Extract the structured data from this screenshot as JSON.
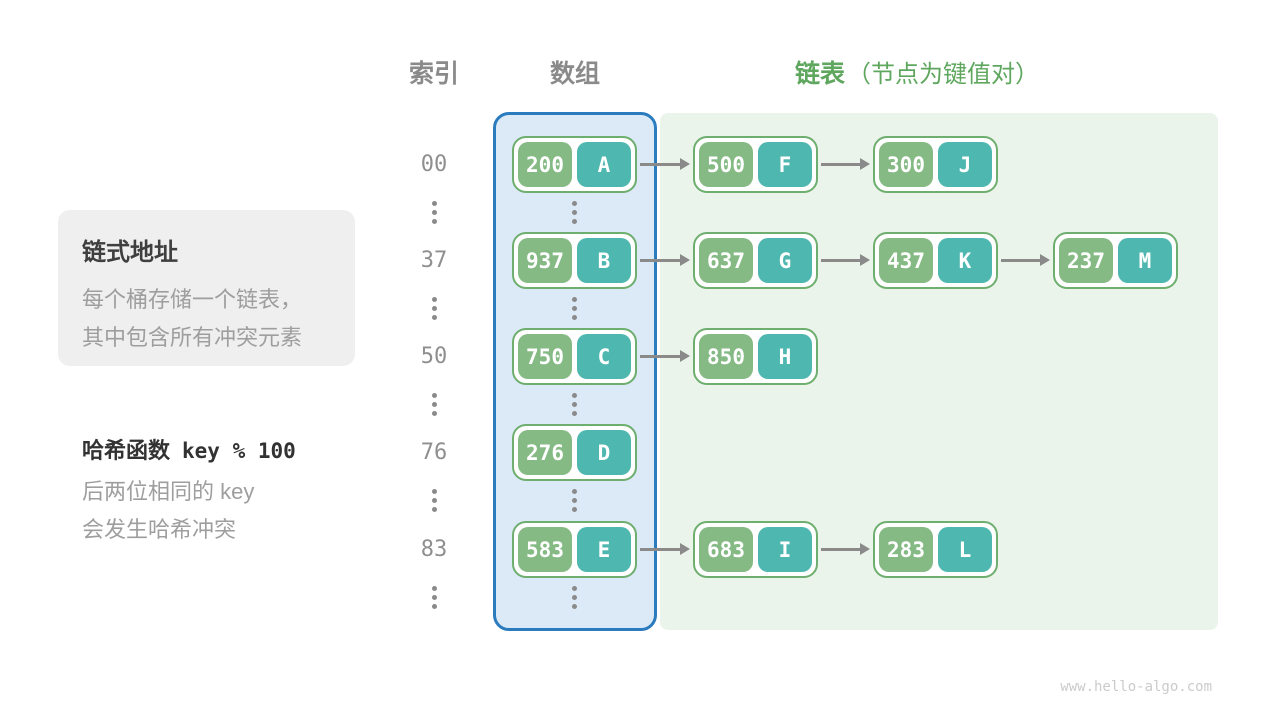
{
  "headers": {
    "index": "索引",
    "array": "数组",
    "chain": "链表",
    "chain_note": "（节点为键值对）"
  },
  "info_box": {
    "title": "链式地址",
    "lines": [
      "每个桶存储一个链表，",
      "其中包含所有冲突元素"
    ]
  },
  "hash_note": {
    "label": "哈希函数",
    "code": "key % 100",
    "lines": [
      "后两位相同的 key",
      "会发生哈希冲突"
    ]
  },
  "hash_table": {
    "ellipsis": "⋮",
    "rows": [
      {
        "index": "00",
        "chain": [
          {
            "key": "200",
            "value": "A"
          },
          {
            "key": "500",
            "value": "F"
          },
          {
            "key": "300",
            "value": "J"
          }
        ]
      },
      {
        "index": "37",
        "chain": [
          {
            "key": "937",
            "value": "B"
          },
          {
            "key": "637",
            "value": "G"
          },
          {
            "key": "437",
            "value": "K"
          },
          {
            "key": "237",
            "value": "M"
          }
        ]
      },
      {
        "index": "50",
        "chain": [
          {
            "key": "750",
            "value": "C"
          },
          {
            "key": "850",
            "value": "H"
          }
        ]
      },
      {
        "index": "76",
        "chain": [
          {
            "key": "276",
            "value": "D"
          }
        ]
      },
      {
        "index": "83",
        "chain": [
          {
            "key": "583",
            "value": "E"
          },
          {
            "key": "683",
            "value": "I"
          },
          {
            "key": "283",
            "value": "L"
          }
        ]
      }
    ]
  },
  "colors": {
    "key_pill": "#85BA85",
    "value_pill": "#4EB7AF",
    "node_border": "#6EAE6E",
    "array_bg": "#DCEAF7",
    "array_border": "#2B7BBF",
    "chain_bg": "#EBF4EB",
    "chain_header_green": "#5FA75F",
    "arrow_gray": "#8A8A8A"
  },
  "watermark": "www.hello-algo.com"
}
